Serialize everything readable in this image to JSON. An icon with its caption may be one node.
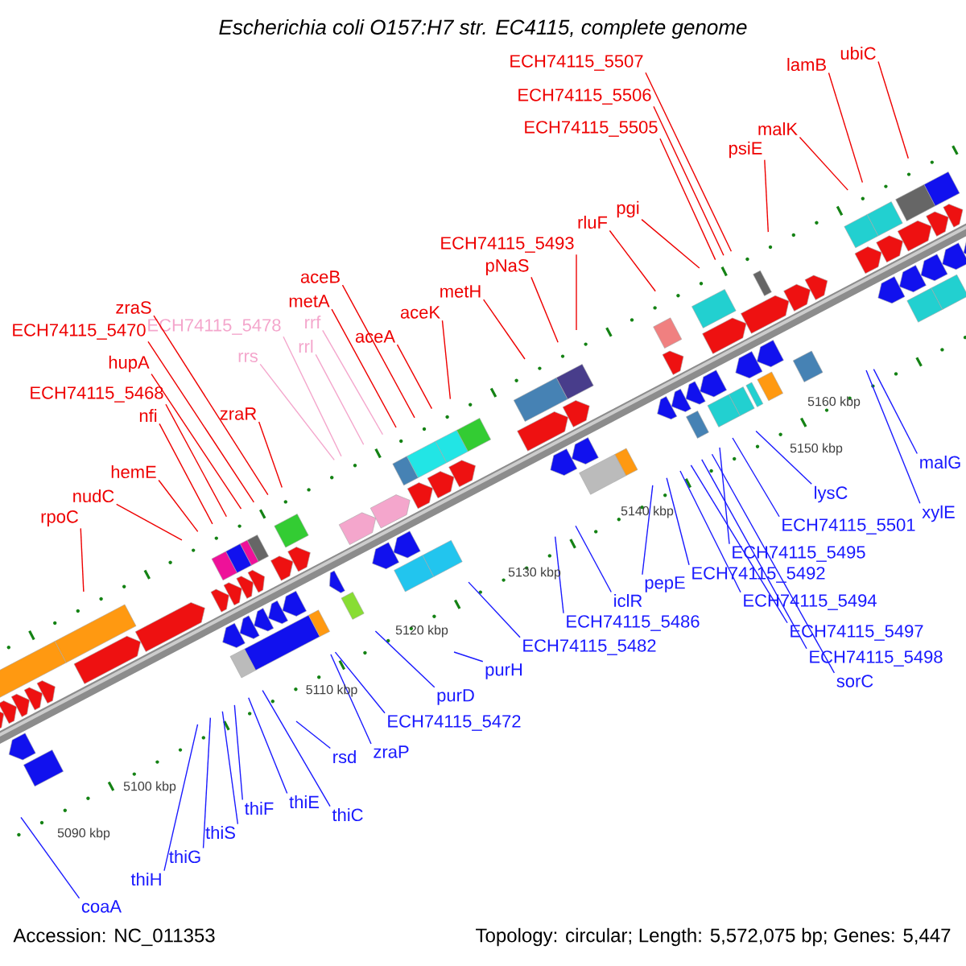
{
  "diagram": {
    "title": "Escherichia coli O157:H7 str. EC4115, complete genome",
    "nodes": [
      {
        "text": [
          "rpoC"
        ]
      },
      {
        "text": [
          "nudC"
        ]
      },
      {
        "text": [
          "hemE"
        ]
      },
      {
        "text": [
          "nfi"
        ]
      },
      {
        "text": [
          "ECH74115_5468"
        ]
      },
      {
        "text": [
          "hupA"
        ]
      },
      {
        "text": [
          "ECH74115_5470"
        ]
      },
      {
        "text": [
          "zraS"
        ]
      },
      {
        "text": [
          "zraR"
        ]
      },
      {
        "text": [
          "rrs"
        ]
      },
      {
        "text": [
          "ECH74115_5478"
        ]
      },
      {
        "text": [
          "rrl"
        ]
      },
      {
        "text": [
          "rrf"
        ]
      },
      {
        "text": [
          "metA"
        ]
      },
      {
        "text": [
          "aceB"
        ]
      },
      {
        "text": [
          "aceA"
        ]
      },
      {
        "text": [
          "aceK"
        ]
      },
      {
        "text": [
          "metH"
        ]
      },
      {
        "text": [
          "pNaS"
        ]
      },
      {
        "text": [
          "ECH74115_5493"
        ]
      },
      {
        "text": [
          "rluF"
        ]
      },
      {
        "text": [
          "pgi"
        ]
      },
      {
        "text": [
          "ECH74115_5505"
        ]
      },
      {
        "text": [
          "ECH74115_5506"
        ]
      },
      {
        "text": [
          "ECH74115_5507"
        ]
      },
      {
        "text": [
          "psiE"
        ]
      },
      {
        "text": [
          "malK"
        ]
      },
      {
        "text": [
          "lamB"
        ]
      },
      {
        "text": [
          "ubiC"
        ]
      },
      {
        "text": [
          "coaA"
        ]
      },
      {
        "text": [
          "thiH"
        ]
      },
      {
        "text": [
          "thiG"
        ]
      },
      {
        "text": [
          "thiS"
        ]
      },
      {
        "text": [
          "thiF"
        ]
      },
      {
        "text": [
          "thiE"
        ]
      },
      {
        "text": [
          "thiC"
        ]
      },
      {
        "text": [
          "rsd"
        ]
      },
      {
        "text": [
          "zraP"
        ]
      },
      {
        "text": [
          "ECH74115_5472"
        ]
      },
      {
        "text": [
          "purD"
        ]
      },
      {
        "text": [
          "purH"
        ]
      },
      {
        "text": [
          "ECH74115_5482"
        ]
      },
      {
        "text": [
          "ECH74115_5486"
        ]
      },
      {
        "text": [
          "iclR"
        ]
      },
      {
        "text": [
          "pepE"
        ]
      },
      {
        "text": [
          "ECH74115_5492"
        ]
      },
      {
        "text": [
          "ECH74115_5494"
        ]
      },
      {
        "text": [
          "ECH74115_5497"
        ]
      },
      {
        "text": [
          "ECH74115_5498"
        ]
      },
      {
        "text": [
          "sorC"
        ]
      },
      {
        "text": [
          "ECH74115_5495"
        ]
      },
      {
        "text": [
          "ECH74115_5501"
        ]
      },
      {
        "text": [
          "lysC"
        ]
      },
      {
        "text": [
          "xylE"
        ]
      },
      {
        "text": [
          "malG"
        ]
      }
    ],
    "edges": [
      {
        "from": 0,
        "to": null,
        "arrow": "none",
        "color": "#ee0000"
      },
      {
        "from": 1,
        "to": null,
        "arrow": "none",
        "color": "#ee0000"
      },
      {
        "from": 2,
        "to": null,
        "arrow": "none",
        "color": "#ee0000"
      },
      {
        "from": 3,
        "to": null,
        "arrow": "none",
        "color": "#ee0000"
      },
      {
        "from": 4,
        "to": null,
        "arrow": "none",
        "color": "#ee0000"
      },
      {
        "from": 5,
        "to": null,
        "arrow": "none",
        "color": "#ee0000"
      },
      {
        "from": 6,
        "to": null,
        "arrow": "none",
        "color": "#ee0000"
      },
      {
        "from": 7,
        "to": null,
        "arrow": "none",
        "color": "#ee0000"
      },
      {
        "from": 8,
        "to": null,
        "arrow": "none",
        "color": "#ee0000"
      },
      {
        "from": 9,
        "to": null,
        "arrow": "none",
        "color": "#f4a6cc"
      },
      {
        "from": 10,
        "to": null,
        "arrow": "none",
        "color": "#f4a6cc"
      },
      {
        "from": 11,
        "to": null,
        "arrow": "none",
        "color": "#f4a6cc"
      },
      {
        "from": 12,
        "to": null,
        "arrow": "none",
        "color": "#f4a6cc"
      },
      {
        "from": 13,
        "to": null,
        "arrow": "none",
        "color": "#ee0000"
      },
      {
        "from": 14,
        "to": null,
        "arrow": "none",
        "color": "#ee0000"
      },
      {
        "from": 15,
        "to": null,
        "arrow": "none",
        "color": "#ee0000"
      },
      {
        "from": 16,
        "to": null,
        "arrow": "none",
        "color": "#ee0000"
      },
      {
        "from": 17,
        "to": null,
        "arrow": "none",
        "color": "#ee0000"
      },
      {
        "from": 18,
        "to": null,
        "arrow": "none",
        "color": "#ee0000"
      },
      {
        "from": 19,
        "to": null,
        "arrow": "none",
        "color": "#ee0000"
      },
      {
        "from": 20,
        "to": null,
        "arrow": "none",
        "color": "#ee0000"
      },
      {
        "from": 21,
        "to": null,
        "arrow": "none",
        "color": "#ee0000"
      },
      {
        "from": 22,
        "to": null,
        "arrow": "none",
        "color": "#ee0000"
      },
      {
        "from": 23,
        "to": null,
        "arrow": "none",
        "color": "#ee0000"
      },
      {
        "from": 24,
        "to": null,
        "arrow": "none",
        "color": "#ee0000"
      },
      {
        "from": 25,
        "to": null,
        "arrow": "none",
        "color": "#ee0000"
      },
      {
        "from": 26,
        "to": null,
        "arrow": "none",
        "color": "#ee0000"
      },
      {
        "from": 27,
        "to": null,
        "arrow": "none",
        "color": "#ee0000"
      },
      {
        "from": 28,
        "to": null,
        "arrow": "none",
        "color": "#ee0000"
      },
      {
        "from": 29,
        "to": null,
        "arrow": "none",
        "color": "#1a1aff"
      },
      {
        "from": 30,
        "to": null,
        "arrow": "none",
        "color": "#1a1aff"
      },
      {
        "from": 31,
        "to": null,
        "arrow": "none",
        "color": "#1a1aff"
      },
      {
        "from": 32,
        "to": null,
        "arrow": "none",
        "color": "#1a1aff"
      },
      {
        "from": 33,
        "to": null,
        "arrow": "none",
        "color": "#1a1aff"
      },
      {
        "from": 34,
        "to": null,
        "arrow": "none",
        "color": "#1a1aff"
      },
      {
        "from": 35,
        "to": null,
        "arrow": "none",
        "color": "#1a1aff"
      },
      {
        "from": 36,
        "to": null,
        "arrow": "none",
        "color": "#1a1aff"
      },
      {
        "from": 37,
        "to": null,
        "arrow": "none",
        "color": "#1a1aff"
      },
      {
        "from": 38,
        "to": null,
        "arrow": "none",
        "color": "#1a1aff"
      },
      {
        "from": 39,
        "to": null,
        "arrow": "none",
        "color": "#1a1aff"
      },
      {
        "from": 40,
        "to": null,
        "arrow": "none",
        "color": "#1a1aff"
      },
      {
        "from": 41,
        "to": null,
        "arrow": "none",
        "color": "#1a1aff"
      },
      {
        "from": 42,
        "to": null,
        "arrow": "none",
        "color": "#1a1aff"
      },
      {
        "from": 43,
        "to": null,
        "arrow": "none",
        "color": "#1a1aff"
      },
      {
        "from": 44,
        "to": null,
        "arrow": "none",
        "color": "#1a1aff"
      },
      {
        "from": 45,
        "to": null,
        "arrow": "none",
        "color": "#1a1aff"
      },
      {
        "from": 46,
        "to": null,
        "arrow": "none",
        "color": "#1a1aff"
      },
      {
        "from": 47,
        "to": null,
        "arrow": "none",
        "color": "#1a1aff"
      },
      {
        "from": 48,
        "to": null,
        "arrow": "none",
        "color": "#1a1aff"
      },
      {
        "from": 49,
        "to": null,
        "arrow": "none",
        "color": "#1a1aff"
      },
      {
        "from": 50,
        "to": null,
        "arrow": "none",
        "color": "#1a1aff"
      },
      {
        "from": 51,
        "to": null,
        "arrow": "none",
        "color": "#1a1aff"
      },
      {
        "from": 52,
        "to": null,
        "arrow": "none",
        "color": "#1a1aff"
      },
      {
        "from": 53,
        "to": null,
        "arrow": "none",
        "color": "#1a1aff"
      },
      {
        "from": 54,
        "to": null,
        "arrow": "none",
        "color": "#1a1aff"
      }
    ],
    "labels": [
      "5090 kbp",
      "5100 kbp",
      "5110 kbp",
      "5120 kbp",
      "5130 kbp",
      "5140 kbp",
      "5150 kbp",
      "5160 kbp",
      "Accession: NC_011353",
      "Topology: circular; Length: 5,572,075 bp; Genes: 5,447"
    ]
  }
}
